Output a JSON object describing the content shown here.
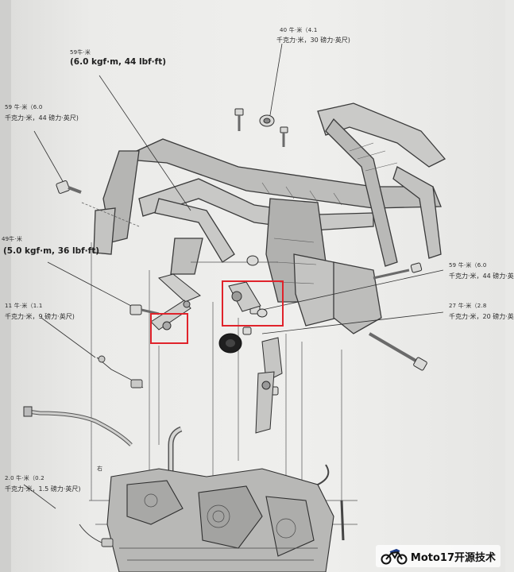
{
  "torque_labels": {
    "top_right": {
      "nm": "40 牛·米（4.1",
      "kgf": "千克力·米，30 磅力·英尺)"
    },
    "top_center": {
      "nm": "59牛·米",
      "kgf": "(6.0 kgf·m, 44 lbf·ft)"
    },
    "upper_left": {
      "nm": "59 牛·米（6.0",
      "kgf": "千克力·米，44 磅力·英尺)"
    },
    "mid_left": {
      "nm": "49牛·米",
      "kgf": "(5.0 kgf·m, 36 lbf·ft)"
    },
    "left_11": {
      "nm": "11 牛·米（1.1",
      "kgf": "千克力·米，9 磅力·英尺)"
    },
    "right_59": {
      "nm": "59 牛·米（6.0",
      "kgf": "千克力·米，44 磅力·英"
    },
    "right_27": {
      "nm": "27 牛·米（2.8",
      "kgf": "千克力·米，20 磅力·英"
    },
    "bottom_left": {
      "nm": "2.0 牛·米（0.2",
      "kgf": "千克力·米，1.5 磅力·英尺)"
    }
  },
  "side_marks": {
    "a": "右"
  },
  "highlight_color": "#e0232b",
  "watermark": {
    "text": "Moto17开源技术",
    "icon": "motorcycle-icon"
  }
}
